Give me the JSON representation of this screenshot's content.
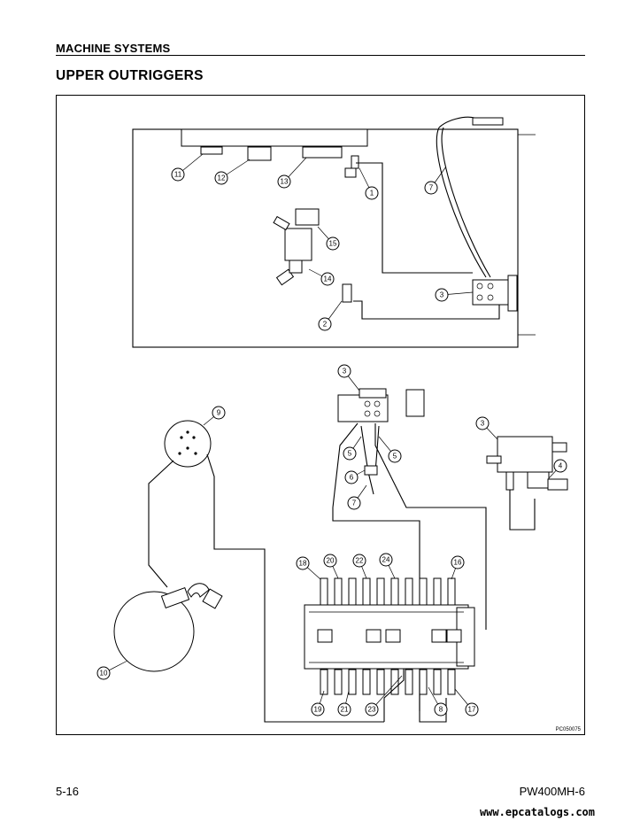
{
  "header": {
    "section": "MACHINE SYSTEMS",
    "title": "UPPER OUTRIGGERS"
  },
  "figure": {
    "code": "PC050075",
    "callouts": [
      "1",
      "2",
      "3",
      "4",
      "5",
      "6",
      "7",
      "8",
      "9",
      "10",
      "11",
      "12",
      "13",
      "14",
      "15",
      "16",
      "17",
      "18",
      "19",
      "20",
      "21",
      "22",
      "23",
      "24"
    ]
  },
  "footer": {
    "page": "5-16",
    "model": "PW400MH-6"
  },
  "watermark": "www.epcatalogs.com"
}
